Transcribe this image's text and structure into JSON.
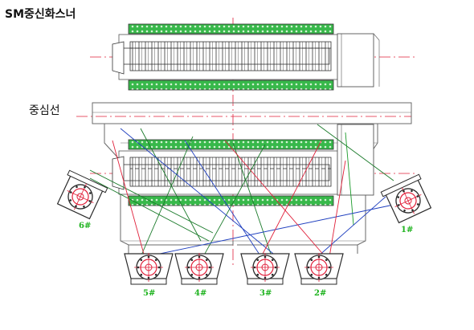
{
  "title": "SM중신화스너",
  "centerline_label": "중심선",
  "unit_labels": [
    "6#",
    "5#",
    "4#",
    "3#",
    "2#",
    "1#"
  ],
  "colors": {
    "outline": "#6a6a6a",
    "dark": "#2a2a2a",
    "screen_fill": "#37b84a",
    "green_line": "#1a9a2a",
    "blue_line": "#1f3fbf",
    "red_line": "#e0203a",
    "label_green": "#1fb31f"
  }
}
